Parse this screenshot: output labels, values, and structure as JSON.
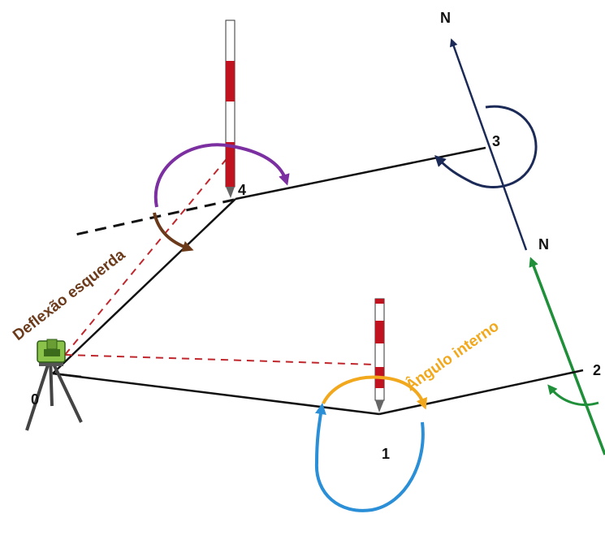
{
  "vertices": [
    "0",
    "1",
    "2",
    "3",
    "4"
  ],
  "north": [
    "N",
    "N"
  ],
  "labels": {
    "deflection": "Deflexão esquerda",
    "interior": "Ângulo interno"
  },
  "colors": {
    "traverse": "#111111",
    "sight_line": "#c0272d",
    "pole_red": "#c1121f",
    "north_navy": "#1b2a57",
    "north_green": "#1f8f3a",
    "arc_purple": "#7b2fa0",
    "arc_brown": "#6b3a1a",
    "arc_orange": "#f2a81d",
    "arc_blue": "#2a8fd6",
    "instrument": "#8bc34a"
  },
  "icons": [
    "total-station-icon",
    "range-pole-icon"
  ]
}
